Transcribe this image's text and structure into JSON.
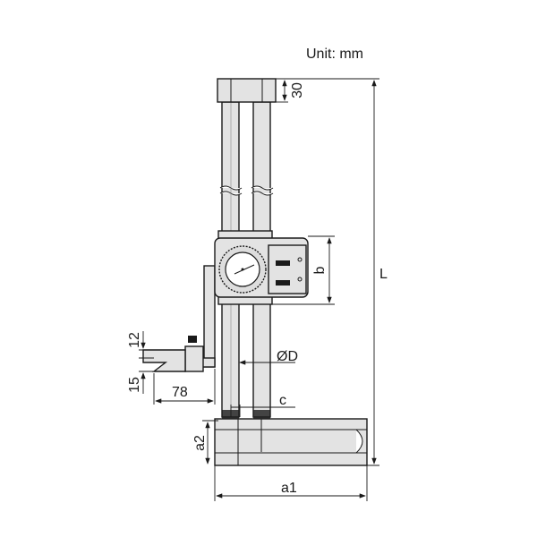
{
  "unit_label": "Unit: mm",
  "dimensions": {
    "top_height": "30",
    "length": "L",
    "slider_height": "b",
    "diameter": "ØD",
    "c": "c",
    "scriber_upper": "12",
    "scriber_lower": "15",
    "scriber_reach": "78",
    "base_height": "a2",
    "base_width": "a1"
  }
}
